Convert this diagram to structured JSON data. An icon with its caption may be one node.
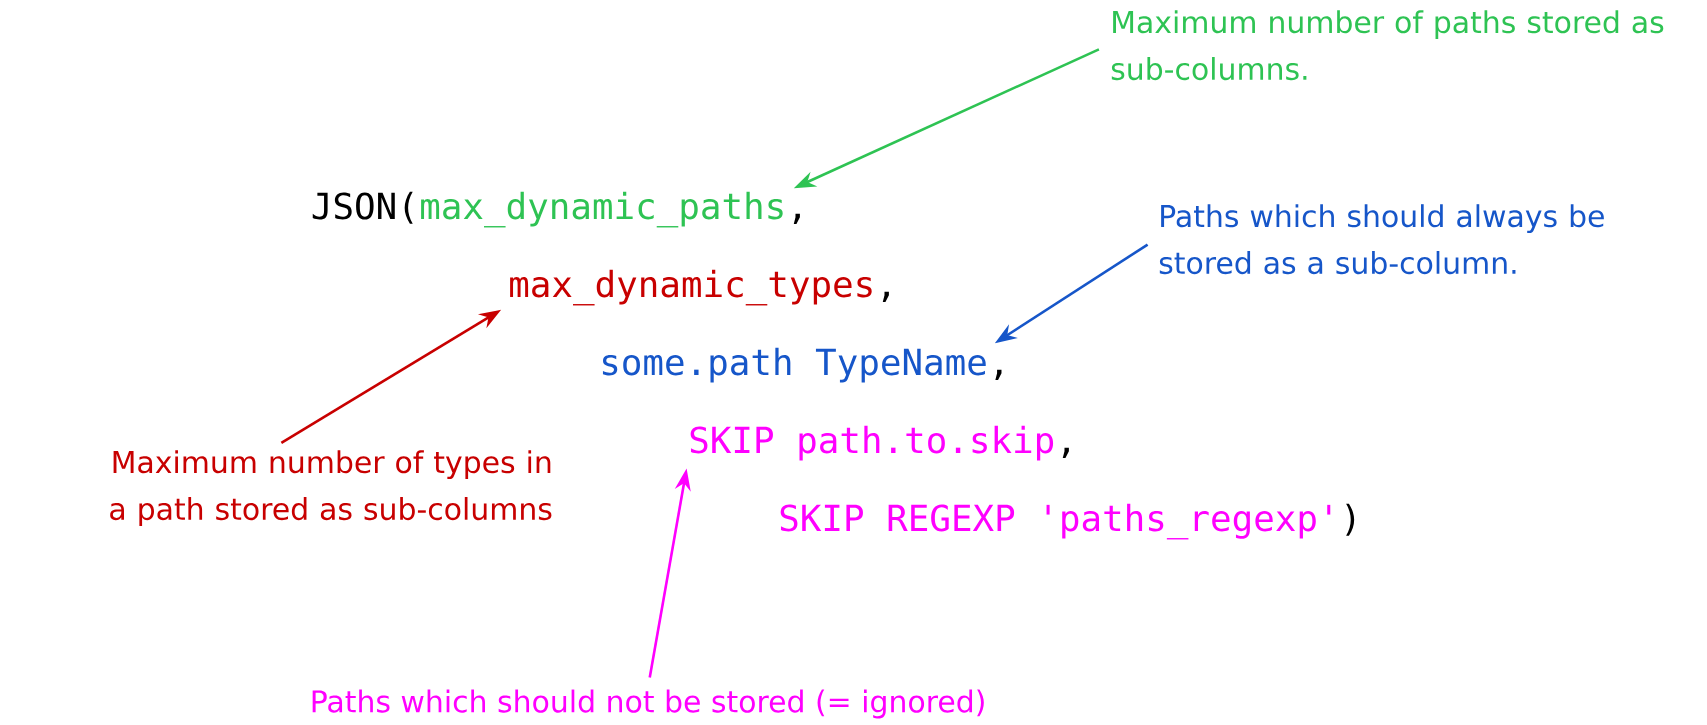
{
  "diagram": {
    "nodes": [
      {
        "text": [
          "Maximum number of paths stored as sub-columns."
        ]
      },
      {
        "text": [
          "max_dynamic_paths"
        ]
      },
      {
        "text": [
          "max_dynamic_types"
        ]
      },
      {
        "text": [
          "Paths which should always be stored as a sub-column."
        ]
      },
      {
        "text": [
          "some.path TypeName"
        ]
      },
      {
        "text": [
          "Maximum number of types in a path stored as sub-columns"
        ]
      },
      {
        "text": [
          "SKIP path.to.skip"
        ]
      },
      {
        "text": [
          "SKIP REGEXP 'paths_regexp'"
        ]
      },
      {
        "text": [
          "Paths which should not be stored (= ignored)"
        ]
      }
    ],
    "edges": [
      {
        "from": 0,
        "to": 1,
        "arrow": "to",
        "color": "#2ec353"
      },
      {
        "from": 3,
        "to": 4,
        "arrow": "to",
        "color": "#1656c9"
      },
      {
        "from": 5,
        "to": 2,
        "arrow": "to",
        "color": "#c80000"
      },
      {
        "from": 8,
        "to": 6,
        "arrow": "to",
        "color": "#ff00ff"
      }
    ],
    "labels": [
      "JSON(",
      ",",
      ",",
      ",",
      ",",
      ")"
    ]
  }
}
